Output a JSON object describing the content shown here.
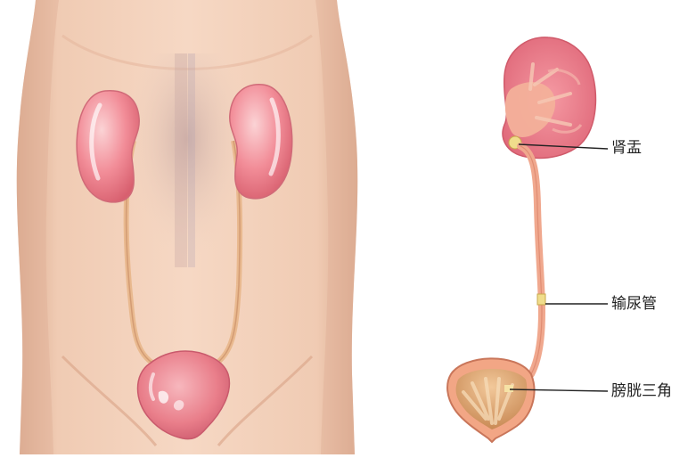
{
  "labels": {
    "renal_pelvis": "肾盂",
    "ureter": "输尿管",
    "bladder_trigone": "膀胱三角"
  }
}
